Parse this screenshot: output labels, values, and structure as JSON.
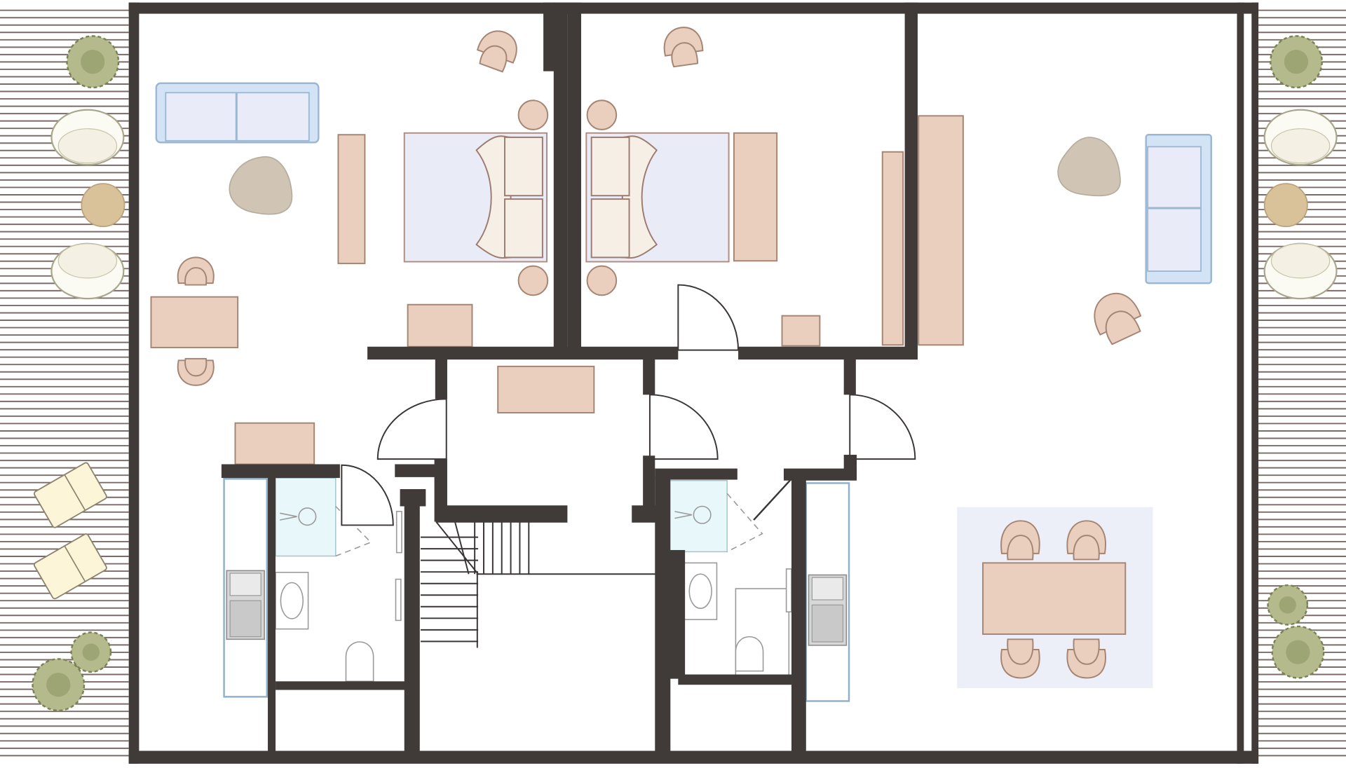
{
  "plan": {
    "colors": {
      "wall": "#403a38",
      "furniture": "#eacfbe",
      "furniture_stroke": "#a48574",
      "sofa": "#d3e3f6",
      "sofa_seat": "#e9ecf8",
      "sofa_stroke": "#9cb7d2",
      "bed": "#e9ebf6",
      "rug": "#d0c5b4",
      "glass": "#e8f7fa",
      "dining_rug": "#eceef8",
      "deck": "#7b6b66"
    },
    "icons": {
      "plants": "plant-icon",
      "egg_chairs": "egg-chair-icon",
      "loungers": "sun-lounger-icon",
      "chairs": "armchair-icon",
      "toilets": "toilet-icon",
      "sinks": "sink-icon",
      "showers": "shower-icon",
      "stairs": "staircase-icon",
      "doors": "door-swing-icon"
    },
    "rooms": [
      "bedroom-left",
      "bedroom-right",
      "living-right",
      "hall",
      "bathroom-left",
      "bathroom-right",
      "stairwell",
      "kitchen-dining"
    ]
  }
}
